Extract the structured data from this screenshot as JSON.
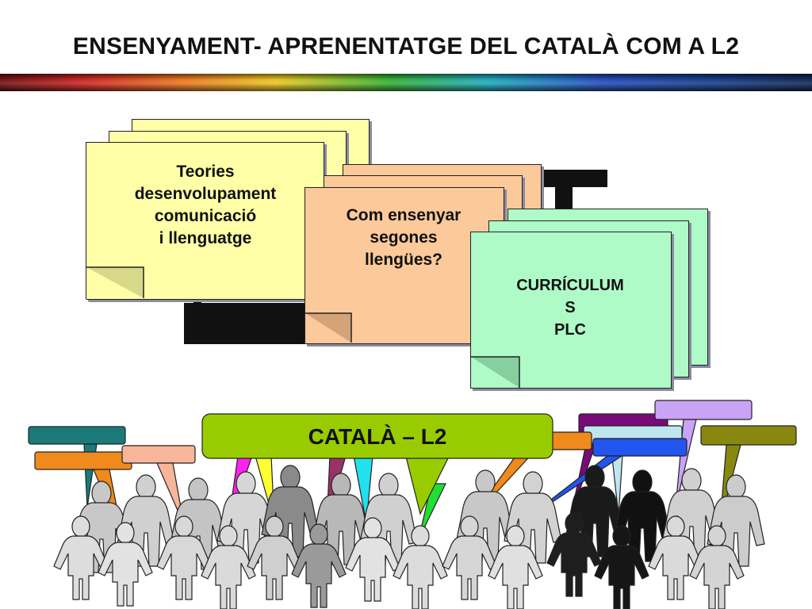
{
  "slide": {
    "title": "ENSENYAMENT- APRENENTATGE DEL CATALÀ COM A L2"
  },
  "cards": [
    {
      "lines": [
        "Teories",
        "desenvolupament",
        "comunicació",
        "i llenguatge"
      ],
      "color": "#ffffa8"
    },
    {
      "lines": [
        "Com ensenyar",
        "segones",
        "llengües?"
      ],
      "color": "#fbc99a"
    },
    {
      "lines": [
        "CURRÍCULUM",
        "S",
        "PLC"
      ],
      "color": "#aefbc8"
    }
  ],
  "bubble": {
    "label": "CATALÀ – L2",
    "color": "#99cc00"
  },
  "speech_bubble_colors": [
    "#1a7a7a",
    "#f08a1c",
    "#f7b59a",
    "#ff22ee",
    "#ffff33",
    "#993366",
    "#22e0ee",
    "#22dd33",
    "#7a0a7a",
    "#c9a3f5",
    "#bfe6ee",
    "#2255ee",
    "#888811"
  ]
}
